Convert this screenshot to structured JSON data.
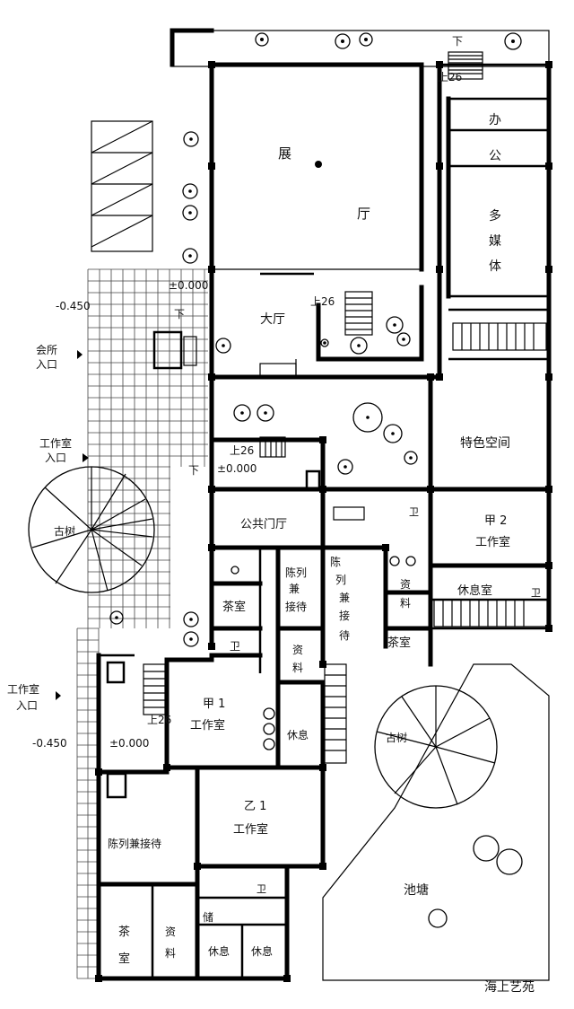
{
  "rooms": {
    "exhibition_hall_1": "展",
    "exhibition_hall_2": "厅",
    "office_1": "办",
    "office_2": "公",
    "multimedia_1": "多",
    "multimedia_2": "媒",
    "multimedia_3": "体",
    "lobby": "大厅",
    "feature_space": "特色空间",
    "public_lobby": "公共门厅",
    "workshop_a2": "甲 2",
    "workshop_a2_sub": "工作室",
    "rest_room_a2": "休息室",
    "display_reception_1a": "陈列",
    "display_reception_1b": "兼",
    "display_reception_1c": "接待",
    "display_reception_2a": "陈",
    "display_reception_2b": "列",
    "display_reception_2c": "兼",
    "display_reception_2d": "接",
    "display_reception_2e": "待",
    "tea_room_1": "茶室",
    "tea_room_2": "茶室",
    "toilet_1": "卫",
    "toilet_2": "卫",
    "toilet_3": "卫",
    "toilet_4": "卫",
    "archive_1a": "资",
    "archive_1b": "料",
    "archive_2a": "资",
    "archive_2b": "料",
    "archive_3a": "资",
    "archive_3b": "料",
    "workshop_a1": "甲 1",
    "workshop_a1_sub": "工作室",
    "rest_1": "休息",
    "workshop_b1": "乙 1",
    "workshop_b1_sub": "工作室",
    "display_reception_3": "陈列兼接待",
    "tea_room_3a": "茶",
    "tea_room_3b": "室",
    "storage": "储",
    "rest_2": "休息",
    "rest_3": "休息",
    "ancient_tree_1": "古树",
    "ancient_tree_2": "古树",
    "pond": "池塘"
  },
  "entrances": {
    "art_entry_1": "会所",
    "art_entry_2": "入口",
    "studio_entry_1a": "工作室",
    "studio_entry_1b": "入口",
    "studio_entry_2a": "工作室",
    "studio_entry_2b": "入口"
  },
  "levels": {
    "l1": "-0.450",
    "l2": "±0.000",
    "l3": "±0.000",
    "l4": "-0.450",
    "l5": "±0.000"
  },
  "stairs": {
    "up1": "上26",
    "up2": "上26",
    "up3": "上26",
    "up4": "上26",
    "down1": "下",
    "down2": "下",
    "down3": "下"
  },
  "watermark": "海上艺苑"
}
